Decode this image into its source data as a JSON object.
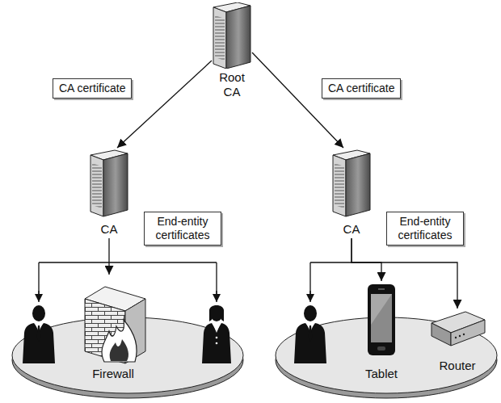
{
  "diagram": {
    "nodes": [
      {
        "text": [
          "Root CA"
        ]
      },
      {
        "text": [
          "CA"
        ]
      },
      {
        "text": [
          "CA"
        ]
      },
      {
        "text": [
          "Firewall"
        ]
      },
      {
        "text": [
          "Tablet"
        ]
      },
      {
        "text": [
          "Router"
        ]
      }
    ],
    "edges": [
      {
        "from": 0,
        "to": 1,
        "arrow": "to"
      },
      {
        "from": 0,
        "to": 2,
        "arrow": "to"
      },
      {
        "from": 1,
        "to": 3,
        "arrow": "to"
      },
      {
        "from": 2,
        "to": 4,
        "arrow": "to"
      },
      {
        "from": 2,
        "to": 5,
        "arrow": "to"
      }
    ],
    "labels": [
      "CA certificate",
      "CA certificate",
      "End-entity certificates",
      "End-entity certificates"
    ]
  }
}
